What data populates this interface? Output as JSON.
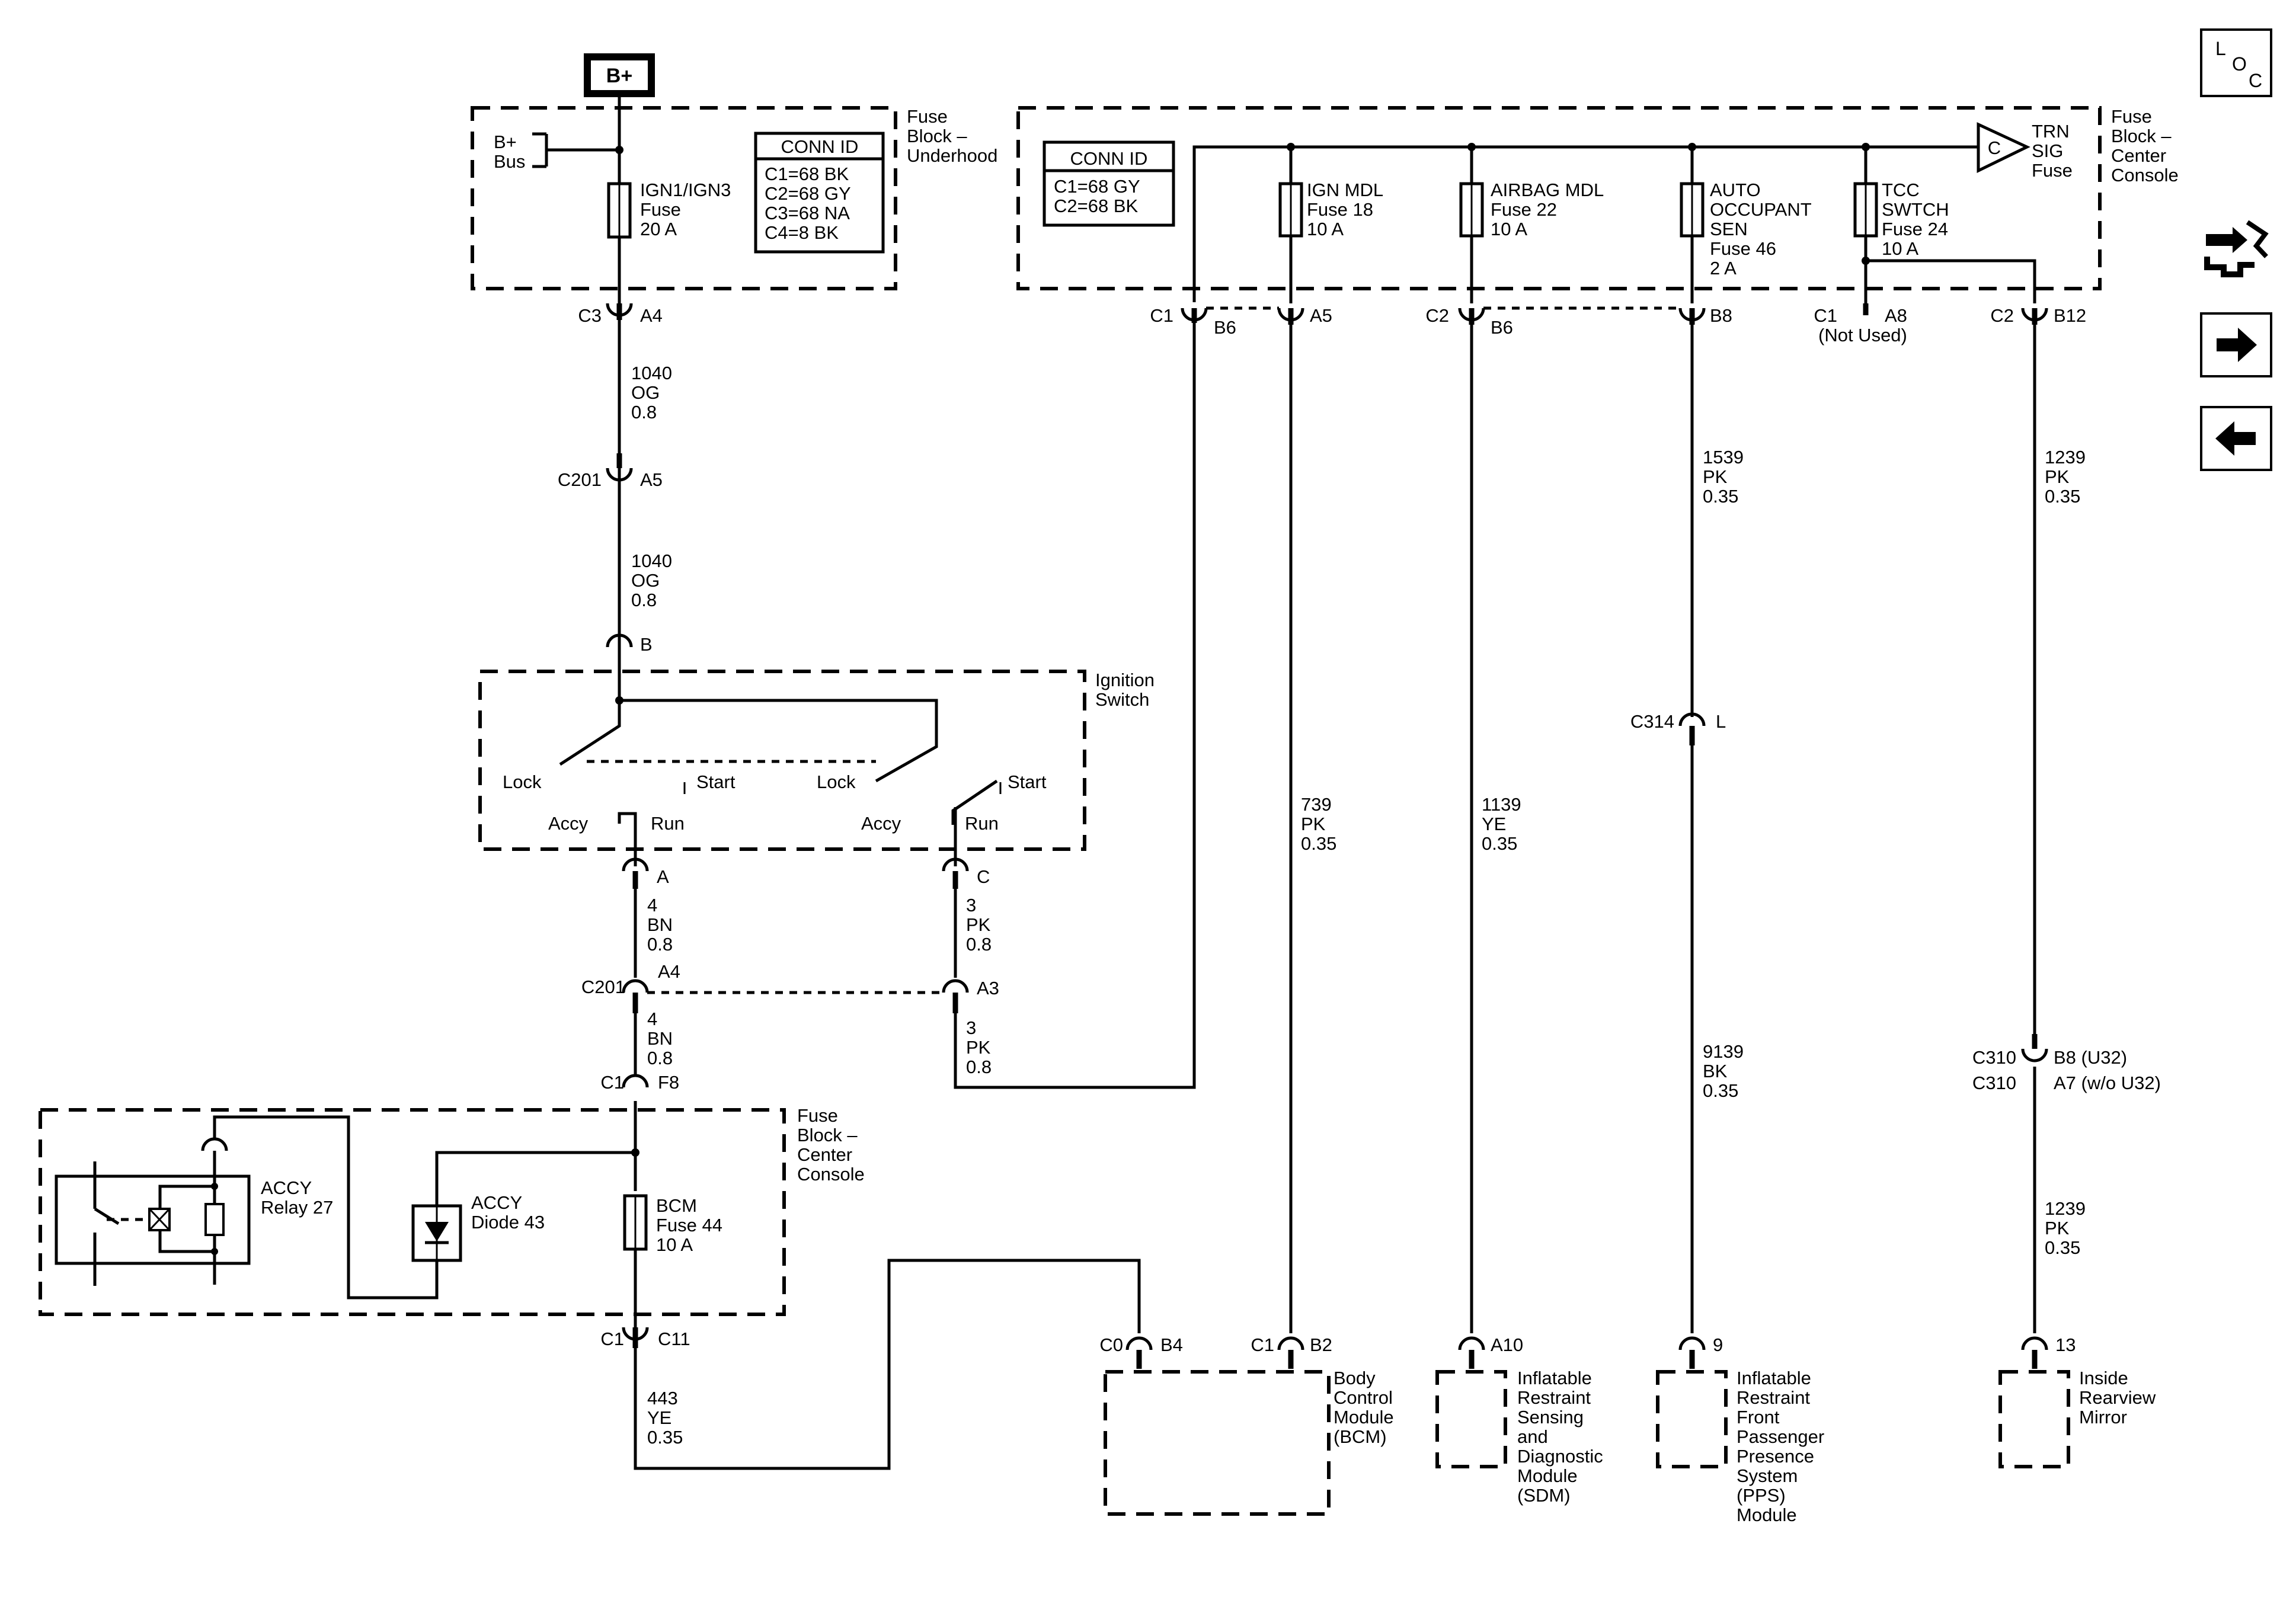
{
  "nav": {
    "loc_letters": [
      "L",
      "O",
      "C"
    ]
  },
  "source": {
    "label": "B+"
  },
  "bus": {
    "label": [
      "B+",
      "Bus"
    ]
  },
  "fuse_block_underhood": {
    "title": [
      "Fuse",
      "Block –",
      "Underhood"
    ],
    "conn_id_title": "CONN ID",
    "conn_id_rows": [
      "C1=68 BK",
      "C2=68 GY",
      "C3=68 NA",
      "C4=8 BK"
    ],
    "fuse": [
      "IGN1/IGN3",
      "Fuse",
      "20 A"
    ]
  },
  "fuse_block_center": {
    "title": [
      "Fuse",
      "Block –",
      "Center",
      "Console"
    ],
    "conn_id_title": "CONN ID",
    "conn_id_rows": [
      "C1=68 GY",
      "C2=68 BK"
    ],
    "fuses": [
      [
        "IGN MDL",
        "Fuse 18",
        "10 A"
      ],
      [
        "AIRBAG MDL",
        "Fuse 22",
        "10 A"
      ],
      [
        "AUTO",
        "OCCUPANT",
        "SEN",
        "Fuse 46",
        "2 A"
      ],
      [
        "TCC",
        "SWTCH",
        "Fuse 24",
        "10 A"
      ]
    ],
    "trn_marker": "C",
    "trn_label": [
      "TRN",
      "SIG",
      "Fuse"
    ]
  },
  "connectors": {
    "c3_a4": [
      "C3",
      "A4"
    ],
    "c201_a5": [
      "C201",
      "A5"
    ],
    "ign_b": "B",
    "ign_a": "A",
    "ign_c": "C",
    "c201_a4": [
      "C201",
      "A4"
    ],
    "c201_a3": "A3",
    "c1_f8": [
      "C1",
      "F8"
    ],
    "c1_c11": [
      "C1",
      "C11"
    ],
    "c1_b6": [
      "C1",
      "B6"
    ],
    "a5": "A5",
    "c2_b6": [
      "C2",
      "B6"
    ],
    "b8": "B8",
    "c1_a8": [
      "C1",
      "A8"
    ],
    "not_used": "(Not Used)",
    "c2_b12": [
      "C2",
      "B12"
    ],
    "c314_l": [
      "C314",
      "L"
    ],
    "c310": [
      "C310",
      "C310"
    ],
    "c310_pins": [
      "B8 (U32)",
      "A7 (w/o U32)"
    ],
    "c0_b4": [
      "C0",
      "B4"
    ],
    "c1_b2": [
      "C1",
      "B2"
    ],
    "a10": "A10",
    "pin9": "9",
    "pin13": "13"
  },
  "wires": {
    "w1040a": [
      "1040",
      "OG",
      "0.8"
    ],
    "w1040b": [
      "1040",
      "OG",
      "0.8"
    ],
    "w4bn_a": [
      "4",
      "BN",
      "0.8"
    ],
    "w3pk_a": [
      "3",
      "PK",
      "0.8"
    ],
    "w4bn_b": [
      "4",
      "BN",
      "0.8"
    ],
    "w3pk_b": [
      "3",
      "PK",
      "0.8"
    ],
    "w443": [
      "443",
      "YE",
      "0.35"
    ],
    "w739": [
      "739",
      "PK",
      "0.35"
    ],
    "w1139": [
      "1139",
      "YE",
      "0.35"
    ],
    "w1539": [
      "1539",
      "PK",
      "0.35"
    ],
    "w9139": [
      "9139",
      "BK",
      "0.35"
    ],
    "w1239a": [
      "1239",
      "PK",
      "0.35"
    ],
    "w1239b": [
      "1239",
      "PK",
      "0.35"
    ]
  },
  "ignition_switch": {
    "title": [
      "Ignition",
      "Switch"
    ],
    "positions": [
      "Lock",
      "Start",
      "Lock",
      "Start",
      "Accy",
      "Run",
      "Accy",
      "Run"
    ]
  },
  "fuse_block_center_lower": {
    "title": [
      "Fuse",
      "Block –",
      "Center",
      "Console"
    ],
    "relay": [
      "ACCY",
      "Relay 27"
    ],
    "diode": [
      "ACCY",
      "Diode 43"
    ],
    "fuse": [
      "BCM",
      "Fuse 44",
      "10 A"
    ]
  },
  "modules": {
    "bcm": [
      "Body",
      "Control",
      "Module",
      "(BCM)"
    ],
    "sdm": [
      "Inflatable",
      "Restraint",
      "Sensing",
      "and",
      "Diagnostic",
      "Module",
      "(SDM)"
    ],
    "pps": [
      "Inflatable",
      "Restraint",
      "Front",
      "Passenger",
      "Presence",
      "System",
      "(PPS)",
      "Module"
    ],
    "mirror": [
      "Inside",
      "Rearview",
      "Mirror"
    ]
  }
}
